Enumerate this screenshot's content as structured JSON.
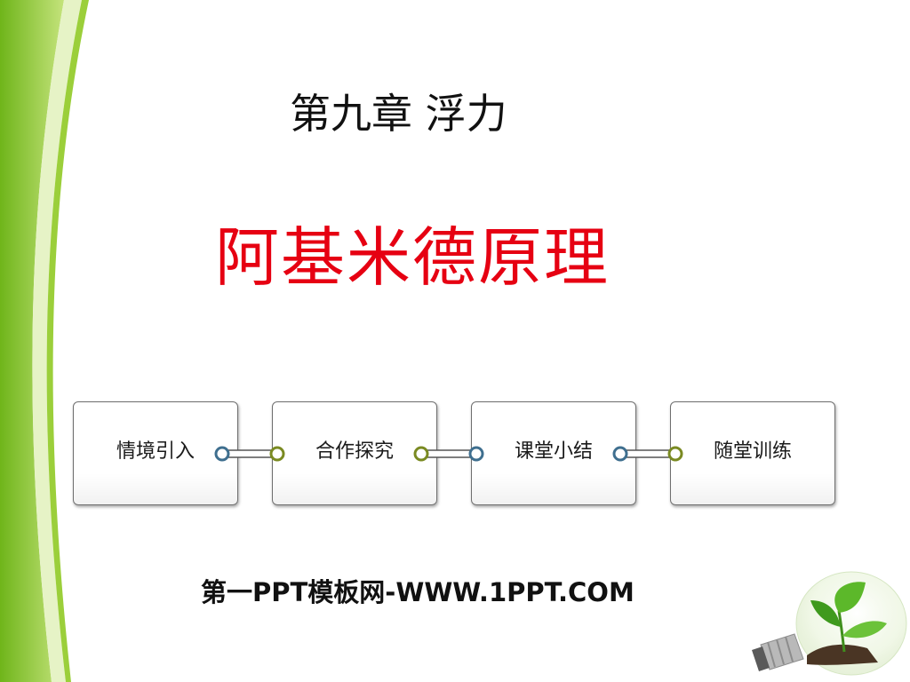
{
  "chapter_title": "第九章 浮力",
  "lesson_title": "阿基米德原理",
  "steps": [
    {
      "label": "情境引入"
    },
    {
      "label": "合作探究"
    },
    {
      "label": "课堂小结"
    },
    {
      "label": "随堂训练"
    }
  ],
  "footer": "第一PPT模板网-WWW.1PPT.COM",
  "colors": {
    "title_red": "#e60012",
    "swoosh_green": "#8fc31f",
    "connector_blue": "#3f6f8f",
    "connector_olive": "#7a8a22"
  },
  "icons": {
    "decoration": "light-bulb-sprout"
  }
}
